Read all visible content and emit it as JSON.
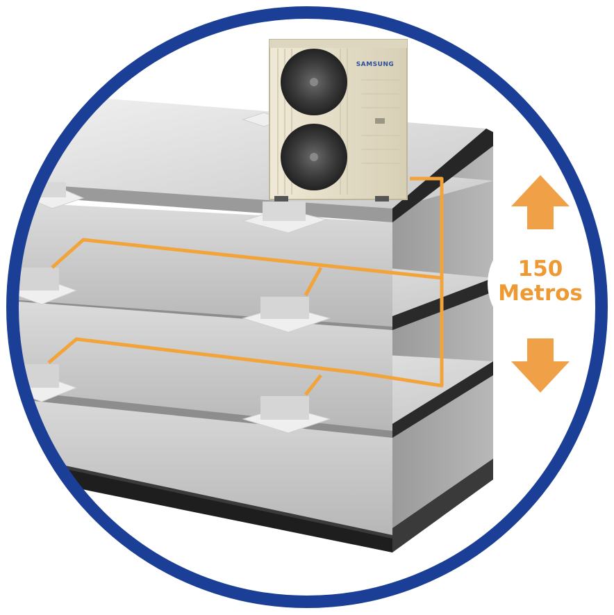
{
  "outdoor_unit": {
    "brand": "SAMSUNG"
  },
  "height_indicator": {
    "value": "150",
    "unit": "Metros"
  },
  "colors": {
    "ring": "#1b3f96",
    "piping": "#f2a33a",
    "arrow": "#f0a046",
    "label_text": "#ee9a34",
    "slab_top": "#e6e6e6",
    "slab_side": "#b9b9b9",
    "unit_body": "#e9e3cf",
    "brand_blue": "#2a4fa0"
  }
}
